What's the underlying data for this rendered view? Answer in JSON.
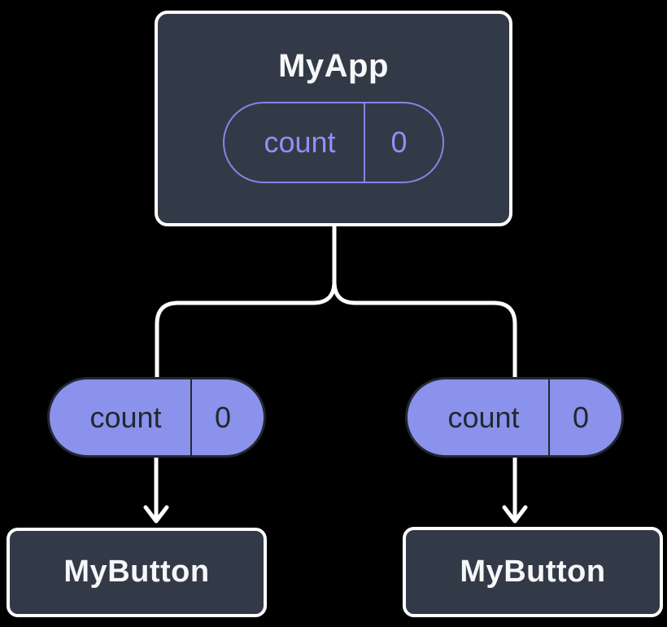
{
  "colors": {
    "background": "#000000",
    "box_fill": "#333A47",
    "box_border": "#FFFFFF",
    "box_text": "#F6F7F9",
    "state_stroke": "#8187E8",
    "state_text": "#8C92F4",
    "prop_fill": "#8A92EC",
    "prop_dark": "#23272F",
    "connector": "#FFFFFF"
  },
  "root": {
    "title": "MyApp",
    "state_label": "count",
    "state_value": "0"
  },
  "children": [
    {
      "title": "MyButton",
      "prop_label": "count",
      "prop_value": "0"
    },
    {
      "title": "MyButton",
      "prop_label": "count",
      "prop_value": "0"
    }
  ]
}
